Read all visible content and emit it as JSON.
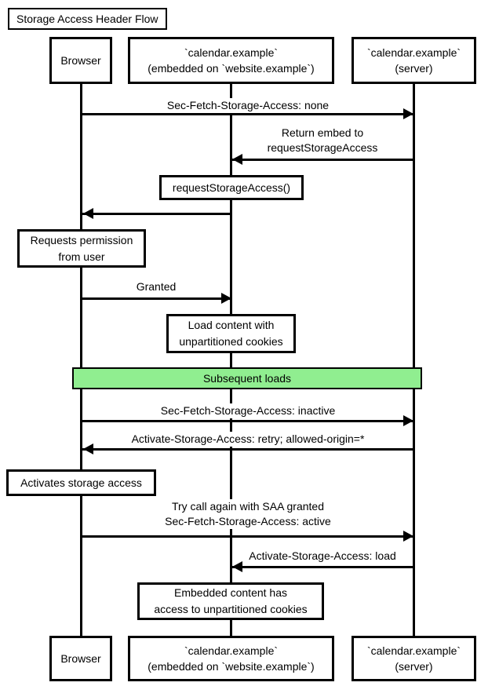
{
  "page": {
    "title": "Storage Access Header Flow",
    "background": "#ffffff",
    "line_color": "#000000"
  },
  "actors": [
    {
      "id": "browser",
      "label": "Browser"
    },
    {
      "id": "embed",
      "label": "`calendar.example`\n(embedded on `website.example`)"
    },
    {
      "id": "server",
      "label": "`calendar.example`\n(server)"
    }
  ],
  "messages": [
    {
      "label": "Sec-Fetch-Storage-Access: none",
      "from": "browser",
      "to": "server"
    },
    {
      "label": "Return embed to\nrequestStorageAccess",
      "from": "server",
      "to": "embed"
    },
    {
      "label": "",
      "from": "embed",
      "to": "browser"
    },
    {
      "label": "Granted",
      "from": "browser",
      "to": "embed"
    },
    {
      "label": "Sec-Fetch-Storage-Access: inactive",
      "from": "browser",
      "to": "server"
    },
    {
      "label": "Activate-Storage-Access: retry; allowed-origin=*",
      "from": "server",
      "to": "browser"
    },
    {
      "label": "Try call again with SAA granted\nSec-Fetch-Storage-Access: active",
      "from": "browser",
      "to": "server"
    },
    {
      "label": "Activate-Storage-Access: load",
      "from": "server",
      "to": "embed"
    }
  ],
  "notes": [
    {
      "text": "requestStorageAccess()",
      "over": "embed"
    },
    {
      "text": "Requests permission\nfrom user",
      "over": "browser"
    },
    {
      "text": "Load content with\nunpartitioned cookies",
      "over": "embed"
    },
    {
      "text": "Activates storage access",
      "over": "browser"
    },
    {
      "text": "Embedded content has\naccess to unpartitioned cookies",
      "over": "embed"
    }
  ],
  "divider": {
    "label": "Subsequent loads",
    "fill": "#90EE90",
    "border": "#000000"
  }
}
